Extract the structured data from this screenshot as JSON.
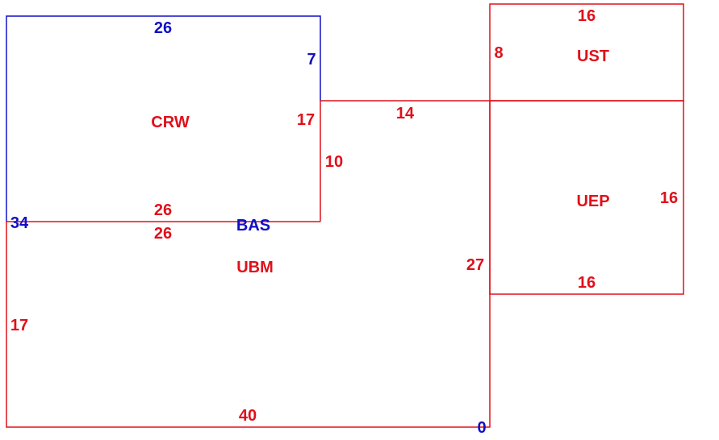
{
  "colors": {
    "primary_outline": "#e0101a",
    "secondary_outline": "#1010c8",
    "background": "#ffffff"
  },
  "regions": {
    "crw": "CRW",
    "bas": "BAS",
    "ubm": "UBM",
    "ust": "UST",
    "uep": "UEP"
  },
  "dimensions": {
    "crw_top": "26",
    "crw_right_upper": "7",
    "crw_right_lower": "17",
    "crw_bottom": "26",
    "crw_left": "34",
    "ubm_top": "26",
    "ubm_step": "10",
    "ubm_ledge": "14",
    "ubm_right": "27",
    "ubm_bottom": "40",
    "ubm_left": "17",
    "origin": "0",
    "ust_top": "16",
    "ust_left": "8",
    "uep_right": "16",
    "uep_bottom": "16"
  }
}
